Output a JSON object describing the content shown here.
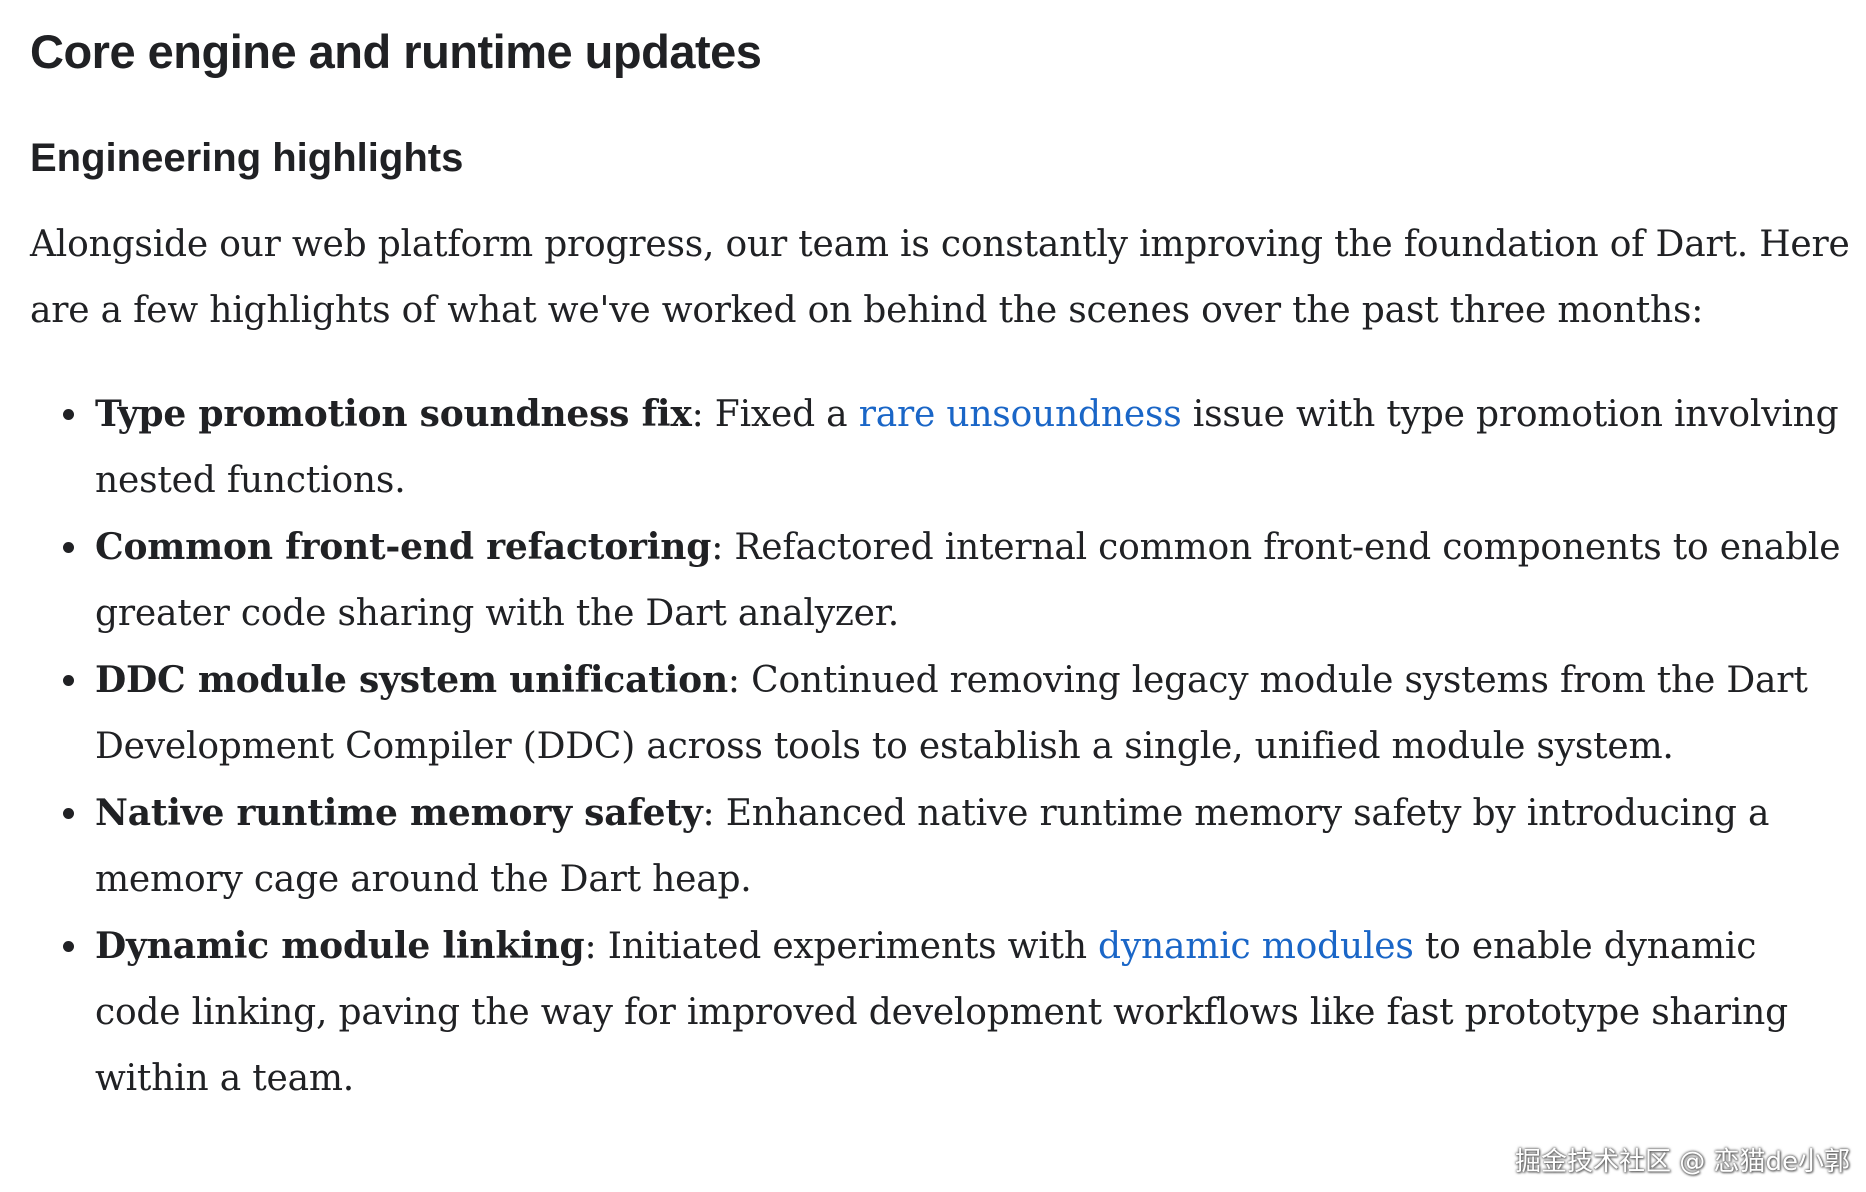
{
  "article": {
    "title": "Core engine and runtime updates",
    "subtitle": "Engineering highlights",
    "intro": "Alongside our web platform progress, our team is constantly improving the foundation of Dart. Here are a few highlights of what we've worked on behind the scenes over the past three months:",
    "highlights": [
      {
        "term": "Type promotion soundness fix",
        "sep": ": ",
        "before": "Fixed a ",
        "link": "rare unsoundness",
        "after": " issue with type promotion involving nested functions."
      },
      {
        "term": "Common front-end refactoring",
        "sep": ": ",
        "text": "Refactored internal common front-end components to enable greater code sharing with the Dart analyzer."
      },
      {
        "term": "DDC module system unification",
        "sep": ": ",
        "text": "Continued removing legacy module systems from the Dart Development Compiler (DDC) across tools to establish a single, unified module system."
      },
      {
        "term": "Native runtime memory safety",
        "sep": ": ",
        "text": "Enhanced native runtime memory safety by introducing a memory cage around the Dart heap."
      },
      {
        "term": "Dynamic module linking",
        "sep": ": ",
        "before": "Initiated experiments with ",
        "link": "dynamic modules",
        "after": " to enable dynamic code linking, paving the way for improved development workflows like fast prototype sharing within a team."
      }
    ]
  },
  "watermark": "掘金技术社区 @ 恋猫de小郭",
  "colors": {
    "text": "#202124",
    "link": "#1a66c7",
    "background": "#ffffff"
  }
}
